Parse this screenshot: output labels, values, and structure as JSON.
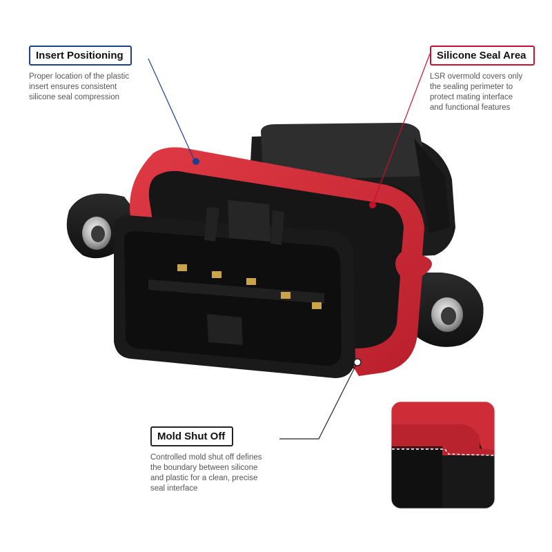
{
  "callouts": {
    "insert": {
      "title": "Insert Positioning",
      "lines": [
        "Proper location of the plastic",
        "insert ensures consistent",
        "silicone seal compression"
      ],
      "color": "#1b3f8f"
    },
    "seal": {
      "title": "Silicone Seal Area",
      "lines": [
        "LSR overmold covers only",
        "the sealing perimeter to",
        "protect mating interface",
        "and functional features"
      ],
      "color": "#c8102e"
    },
    "mold": {
      "title": "Mold Shut Off",
      "lines": [
        "Controlled mold shut off defines",
        "the boundary between silicone",
        "and plastic for a clean, precise",
        "seal interface"
      ],
      "color": "#222222"
    }
  },
  "colors": {
    "background": "#ffffff",
    "plastic": "#1d1d1d",
    "silicone": "#d42a35",
    "contacts": "#c9a449",
    "bushing": "#b9b9b9"
  }
}
